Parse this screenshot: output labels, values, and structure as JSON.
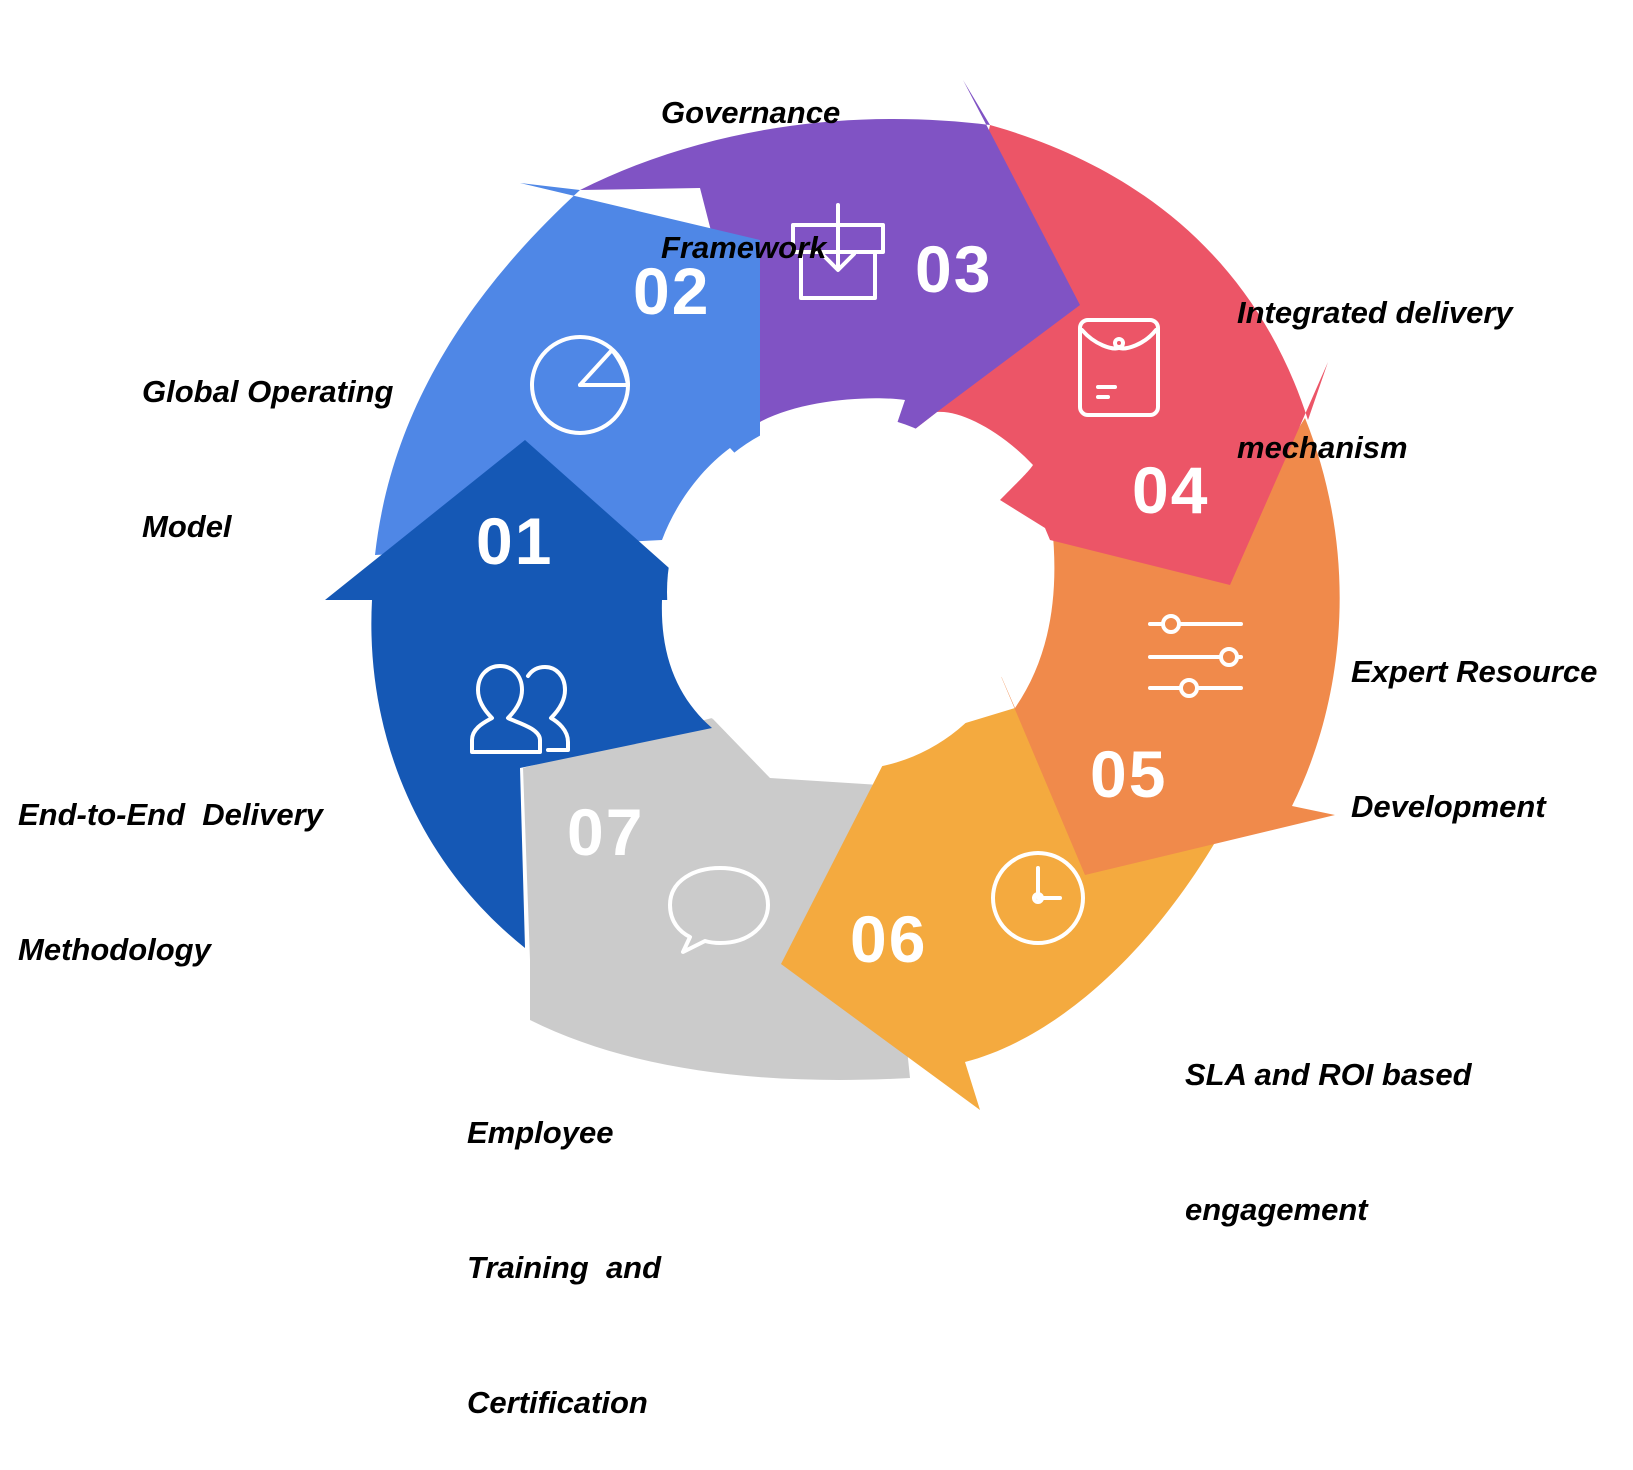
{
  "steps": [
    {
      "number": "01",
      "label_lines": [
        "End-to-End  Delivery",
        "Methodology"
      ],
      "color": "#1558b5",
      "icon": "users-icon"
    },
    {
      "number": "02",
      "label_lines": [
        "Global Operating",
        "Model"
      ],
      "color": "#4f87e6",
      "icon": "pie-chart-icon"
    },
    {
      "number": "03",
      "label_lines": [
        "Governance",
        "Framework"
      ],
      "color": "#8053c4",
      "icon": "inbox-download-icon"
    },
    {
      "number": "04",
      "label_lines": [
        "Integrated delivery",
        "mechanism"
      ],
      "color": "#ec5567",
      "icon": "tablet-icon"
    },
    {
      "number": "05",
      "label_lines": [
        "Expert Resource",
        "Development"
      ],
      "color": "#f08a4b",
      "icon": "sliders-icon"
    },
    {
      "number": "06",
      "label_lines": [
        "SLA and ROI based",
        "engagement"
      ],
      "color": "#f4aa3f",
      "icon": "clock-icon"
    },
    {
      "number": "07",
      "label_lines": [
        "Employee",
        "Training  and",
        "Certification"
      ],
      "color": "#cbcbcb",
      "icon": "speech-bubble-icon"
    }
  ]
}
